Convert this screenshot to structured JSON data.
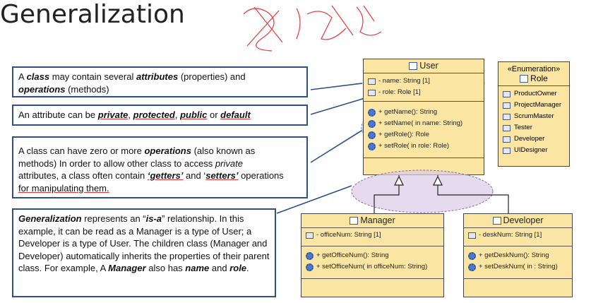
{
  "title": "Generalization",
  "notes": {
    "n1": {
      "p1": "A ",
      "b1": "class",
      "p2": " may contain several ",
      "b2": "attributes",
      "p3": " (properties) and",
      "b3": "operations",
      "p4": " (methods)"
    },
    "n2": {
      "p1": "An attribute can be ",
      "b1": "private",
      "c1": ", ",
      "b2": "protected",
      "c2": ", ",
      "b3": "public",
      "p2": " or ",
      "b4": "default"
    },
    "n3": {
      "l1a": "A class can have zero or more ",
      "l1b": "operations",
      "l1c": " (also known as",
      "l2a": "methods)",
      "l2b": " In order to allow other class to access ",
      "l2c": "private",
      "l3a": "attributes, a class often contain ",
      "l3b": "‘getters’",
      "l3c": " and ‘",
      "l3d": "setters’",
      "l3e": " operations",
      "l4": "for manipulating them."
    },
    "n4": {
      "b1": "Generalization",
      "p1": " represents an “",
      "b2": "is-a",
      "p2": "” relationship. In this example, it can be read as a Manager is a type of User; a Developer is a type of User. The children class (Manager and Developer) automatically inherits the properties of their parent class. For example, A ",
      "b3": "Manager",
      "p3": " also has ",
      "b4": "name",
      "p4": " and ",
      "b5": "role",
      "p5": "."
    }
  },
  "classes": {
    "user": {
      "name": "User",
      "attributes": [
        "- name: String [1]",
        "- role: Role [1]"
      ],
      "operations": [
        "+ getName(): String",
        "+ setName(  in name: String)",
        "+ getRole(): Role",
        "+ setRole(  in role: Role)"
      ]
    },
    "manager": {
      "name": "Manager",
      "attributes": [
        "- officeNum: String [1]"
      ],
      "operations": [
        "+ getOfficeNum(): String",
        "+ setOfficeNum(  in officeNum: String)"
      ]
    },
    "developer": {
      "name": "Developer",
      "attributes": [
        "- deskNum: String [1]"
      ],
      "operations": [
        "+ getDeskNum(): String",
        "+ setDeskNum(  in : String)"
      ]
    }
  },
  "enumeration": {
    "stereotype": "«Enumeration»",
    "name": "Role",
    "literals": [
      "ProductOwner",
      "ProjectManager",
      "ScrumMaster",
      "Tester",
      "Developer",
      "UIDesigner"
    ]
  },
  "colors": {
    "class_fill": "#fbe5a3",
    "note_border": "#2f4f86",
    "ellipse_green": "#d7e9b9",
    "ellipse_blue": "#cfdcee",
    "ellipse_purple": "#dccbe8",
    "annotation_red": "#e03030"
  }
}
